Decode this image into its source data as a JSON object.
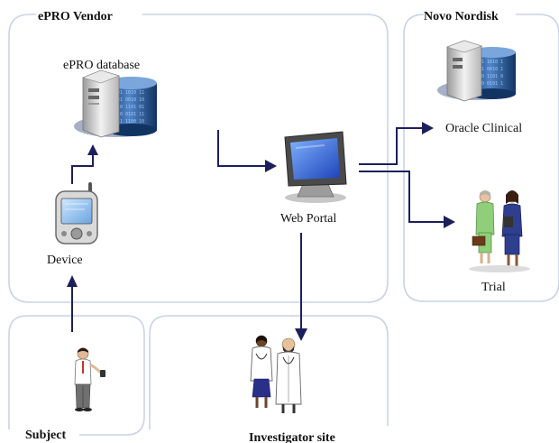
{
  "groups": {
    "vendor": "ePRO Vendor",
    "novo": "Novo Nordisk",
    "subject": "Subject",
    "investigator": "Investigator site"
  },
  "nodes": {
    "epro_database": "ePRO database",
    "device": "Device",
    "web_portal": "Web Portal",
    "oracle_clinical": "Oracle Clinical",
    "trial": "Trial"
  },
  "colors": {
    "group_border": "#c9d3e6",
    "arrow": "#1b1f5c",
    "server_blue": "#1f5fa8",
    "monitor_blue": "#2a5fd8"
  }
}
